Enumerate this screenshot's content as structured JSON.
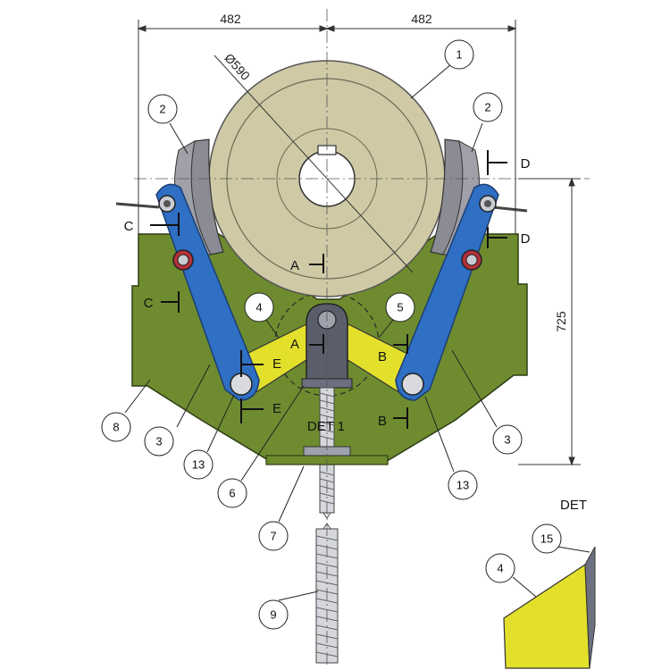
{
  "dimensions": {
    "left_width": "482",
    "right_width": "482",
    "diameter": "Ø590",
    "height": "725"
  },
  "callouts": {
    "c1": "1",
    "c2_left": "2",
    "c2_right": "2",
    "c3_left": "3",
    "c3_right": "3",
    "c4": "4",
    "c5": "5",
    "c6": "6",
    "c7": "7",
    "c8": "8",
    "c9": "9",
    "c13_left": "13",
    "c13_right": "13",
    "c4_detail": "4",
    "c15": "15"
  },
  "section_marks": {
    "a_top": "A",
    "a_mid": "A",
    "b_upper": "B",
    "b_lower": "B",
    "c_upper": "C",
    "c_lower": "C",
    "d_upper": "D",
    "d_lower": "D",
    "e_upper": "E",
    "e_lower": "E"
  },
  "detail_labels": {
    "det1": "DET 1",
    "det_partial": "DET"
  },
  "colors": {
    "wheel": "#cfc9a5",
    "frame": "#6e8c2f",
    "arm": "#2f6fc4",
    "lever": "#e3e02c",
    "shoe": "#8b8b93",
    "hub": "#5a5e6b"
  }
}
